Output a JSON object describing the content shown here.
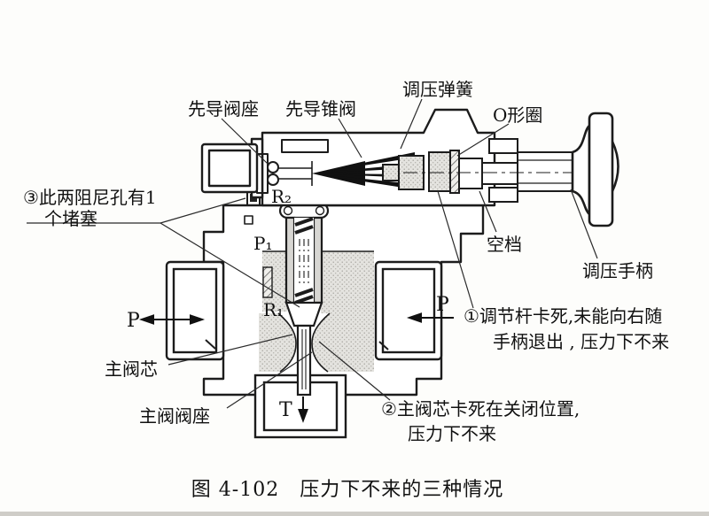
{
  "figure": {
    "caption": "图 4-102　压力下不来的三种情况"
  },
  "labels": {
    "pilot_valve_seat": "先导阀座",
    "pilot_cone_valve": "先导锥阀",
    "pressure_spring": "调压弹簧",
    "o_ring": "O形圈",
    "note3_line1": "③此两阻尼孔有1",
    "note3_line2": "个堵塞",
    "neutral_gap": "空档",
    "pressure_handle": "调压手柄",
    "note1_line1": "①调节杆卡死,未能向右随",
    "note1_line2": "手柄退出 , 压力下不来",
    "note2_line1": "②主阀芯卡死在关闭位置,",
    "note2_line2": "压力下不来",
    "main_spool": "主阀芯",
    "main_valve_seat": "主阀阀座",
    "port_p_left": "P",
    "port_p_right": "P",
    "port_p1": "P₁",
    "port_r1": "R₁",
    "port_r2": "R₂",
    "port_t": "T"
  },
  "colors": {
    "line": "#1c1c1c",
    "stipple_fill": "#e4e3df",
    "paper": "#fdfdfb"
  }
}
